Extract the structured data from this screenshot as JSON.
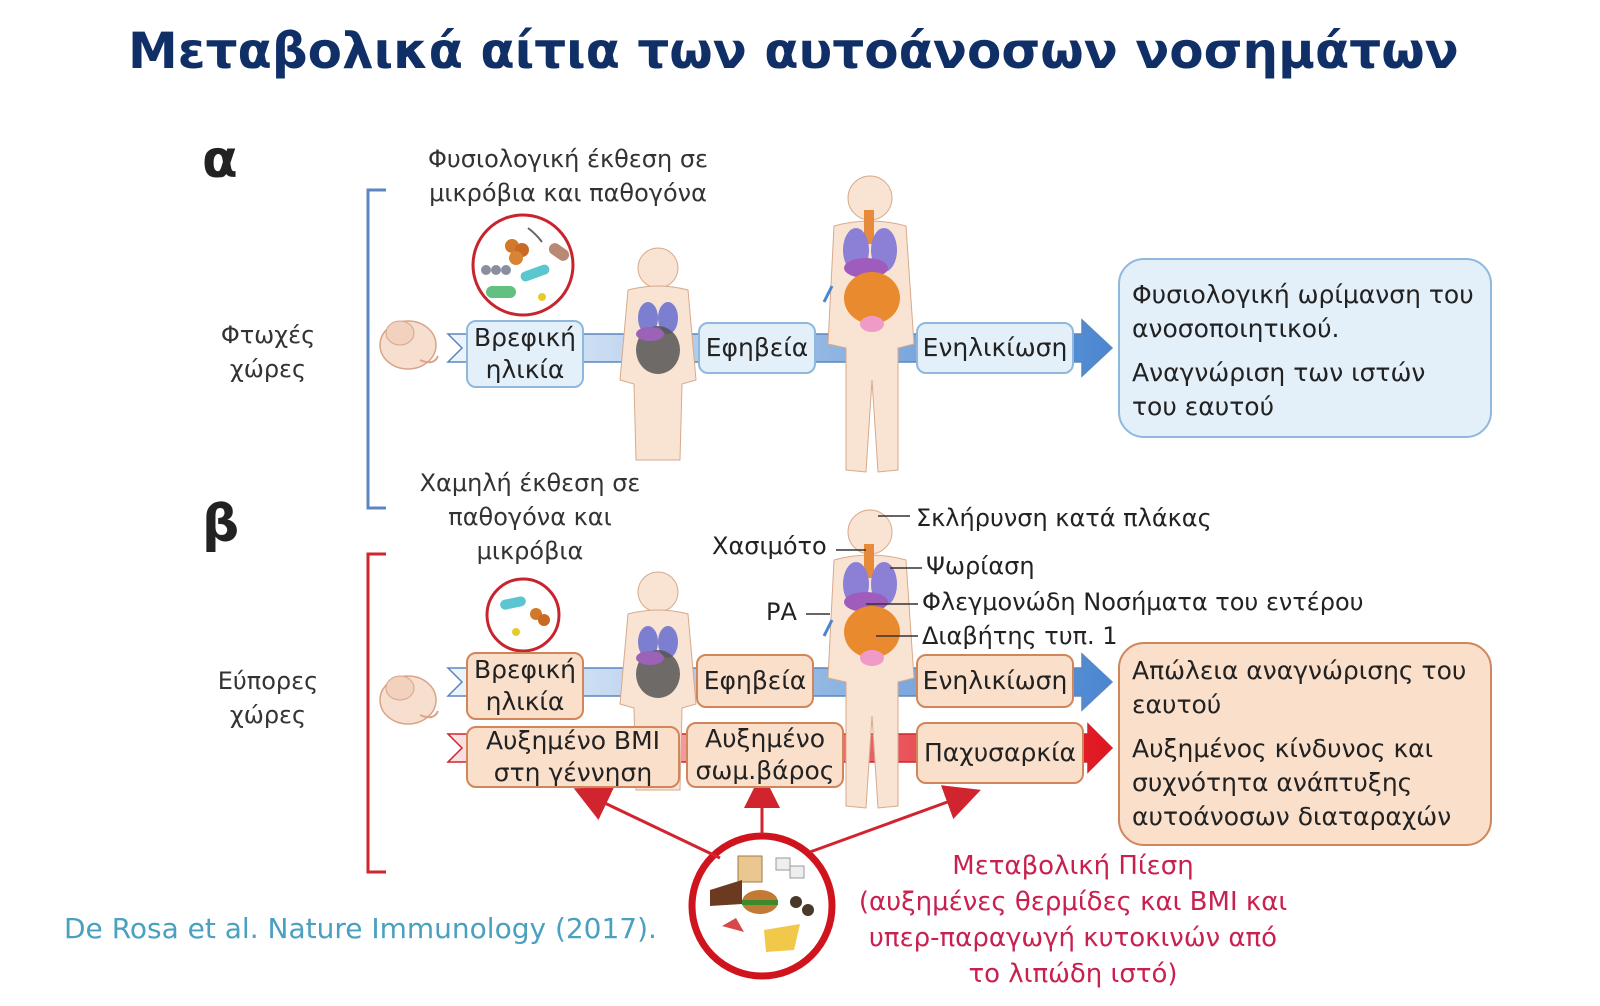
{
  "title": "Μεταβολικά αίτια των αυτοάνοσων νοσημάτων",
  "panel_a": {
    "letter": "α",
    "exposure": [
      "Φυσιολογική έκθεση σε",
      "μικρόβια και παθογόνα"
    ],
    "group": [
      "Φτωχές",
      "χώρες"
    ],
    "stages": {
      "infancy": [
        "Βρεφική",
        "ηλικία"
      ],
      "adolescence": "Εφηβεία",
      "adulthood": "Ενηλικίωση"
    },
    "outcome": {
      "line1": "Φυσιολογική ωρίμανση του ανοσοποιητικού.",
      "line2": "Αναγνώριση των ιστών του εαυτού"
    }
  },
  "panel_b": {
    "letter": "β",
    "exposure": [
      "Χαμηλή έκθεση σε",
      "παθογόνα και",
      "μικρόβια"
    ],
    "group": [
      "Εύπορες",
      "χώρες"
    ],
    "stages": {
      "infancy": [
        "Βρεφική",
        "ηλικία"
      ],
      "adolescence": "Εφηβεία",
      "adulthood": "Ενηλικίωση"
    },
    "risk_stages": {
      "bmi_birth": [
        "Αυξημένο BMI",
        "στη γέννηση"
      ],
      "weight": [
        "Αυξημένο",
        "σωμ.βάρος"
      ],
      "obesity": "Παχυσαρκία"
    },
    "diseases": {
      "ms": "Σκλήρυνση κατά πλάκας",
      "hashimoto": "Χασιμότο",
      "psoriasis": "Ψωρίαση",
      "ra": "ΡΑ",
      "ibd": "Φλεγμονώδη Νοσήματα του εντέρου",
      "t1d": "Διαβήτης τυπ. 1"
    },
    "outcome": {
      "line1": "Απώλεια αναγνώρισης του εαυτού",
      "line2": "Αυξημένος κίνδυνος και συχνότητα ανάπτυξης αυτοάνοσων διαταραχών"
    },
    "metabolic_pressure": [
      "Μεταβολική Πίεση",
      "(αυξημένες θερμίδες και BMI και",
      "υπερ-παραγωγή κυτοκινών από",
      "το λιπώδη ιστό)"
    ]
  },
  "citation": "De Rosa et al. Nature Immunology (2017).",
  "colors": {
    "title": "#0f2f66",
    "panel_a_bracket": "#5b86c0",
    "panel_b_bracket": "#d0252f",
    "metabolic": "#c8214f",
    "citation": "#4aa0c0"
  }
}
